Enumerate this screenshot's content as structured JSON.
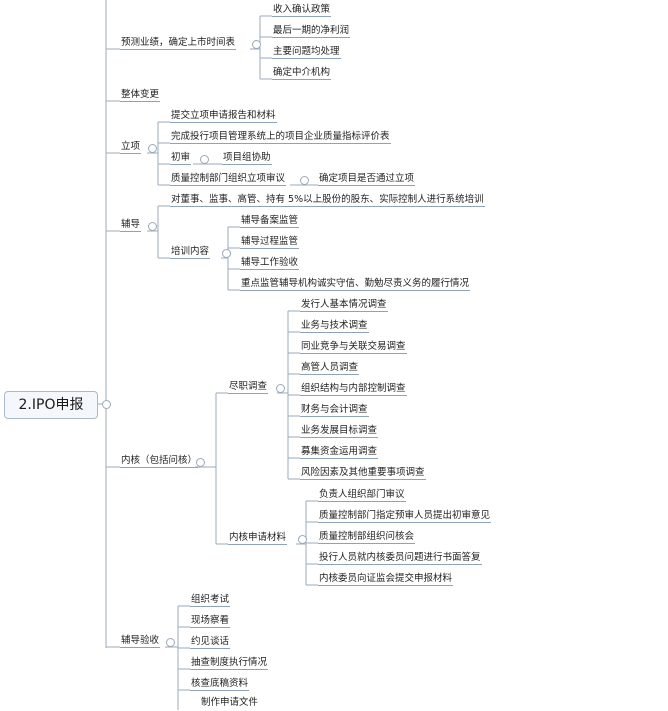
{
  "root": "2.IPO申报",
  "nodes": [
    {
      "id": "n1",
      "text": "预测业绩，确定上市时间表"
    },
    {
      "id": "n1a",
      "text": "收入确认政策"
    },
    {
      "id": "n1b",
      "text": "最后一期的净利润"
    },
    {
      "id": "n1c",
      "text": "主要问题均处理"
    },
    {
      "id": "n1d",
      "text": "确定中介机构"
    },
    {
      "id": "n2",
      "text": "整体变更"
    },
    {
      "id": "n3",
      "text": "立项"
    },
    {
      "id": "n3a",
      "text": "提交立项申请报告和材料"
    },
    {
      "id": "n3b",
      "text": "完成投行项目管理系统上的项目企业质量指标评价表"
    },
    {
      "id": "n3c",
      "text": "初审"
    },
    {
      "id": "n3c1",
      "text": "项目组协助"
    },
    {
      "id": "n3d",
      "text": "质量控制部门组织立项审议"
    },
    {
      "id": "n3d1",
      "text": "确定项目是否通过立项"
    },
    {
      "id": "n4",
      "text": "辅导"
    },
    {
      "id": "n4a",
      "text": "对董事、监事、高管、持有 5%以上股份的股东、实际控制人进行系统培训"
    },
    {
      "id": "n4b",
      "text": "培训内容"
    },
    {
      "id": "n4b1",
      "text": "辅导备案监管"
    },
    {
      "id": "n4b2",
      "text": "辅导过程监管"
    },
    {
      "id": "n4b3",
      "text": "辅导工作验收"
    },
    {
      "id": "n4c",
      "text": "重点监管辅导机构诚实守信、勤勉尽责义务的履行情况"
    },
    {
      "id": "n5",
      "text": "内核（包括问核）"
    },
    {
      "id": "n5a",
      "text": "尽职调查"
    },
    {
      "id": "n5a1",
      "text": "发行人基本情况调查"
    },
    {
      "id": "n5a2",
      "text": "业务与技术调查"
    },
    {
      "id": "n5a3",
      "text": "同业竞争与关联交易调查"
    },
    {
      "id": "n5a4",
      "text": "高管人员调查"
    },
    {
      "id": "n5a5",
      "text": "组织结构与内部控制调查"
    },
    {
      "id": "n5a6",
      "text": "财务与会计调查"
    },
    {
      "id": "n5a7",
      "text": "业务发展目标调查"
    },
    {
      "id": "n5a8",
      "text": "募集资金运用调查"
    },
    {
      "id": "n5a9",
      "text": "风险因素及其他重要事项调查"
    },
    {
      "id": "n5b",
      "text": "内核申请材料"
    },
    {
      "id": "n5b1",
      "text": "负责人组织部门审议"
    },
    {
      "id": "n5b2",
      "text": "质量控制部门指定预审人员提出初审意见"
    },
    {
      "id": "n5b3",
      "text": "质量控制部组织问核会"
    },
    {
      "id": "n5b4",
      "text": "投行人员就内核委员问题进行书面答复"
    },
    {
      "id": "n5b5",
      "text": "内核委员向证监会提交申报材料"
    },
    {
      "id": "n6",
      "text": "辅导验收"
    },
    {
      "id": "n6a",
      "text": "组织考试"
    },
    {
      "id": "n6b",
      "text": "现场察看"
    },
    {
      "id": "n6c",
      "text": "约见谈话"
    },
    {
      "id": "n6d",
      "text": "抽查制度执行情况"
    },
    {
      "id": "n6e",
      "text": "核查底稿资料"
    },
    {
      "id": "n7",
      "text": "制作申请文件"
    }
  ]
}
